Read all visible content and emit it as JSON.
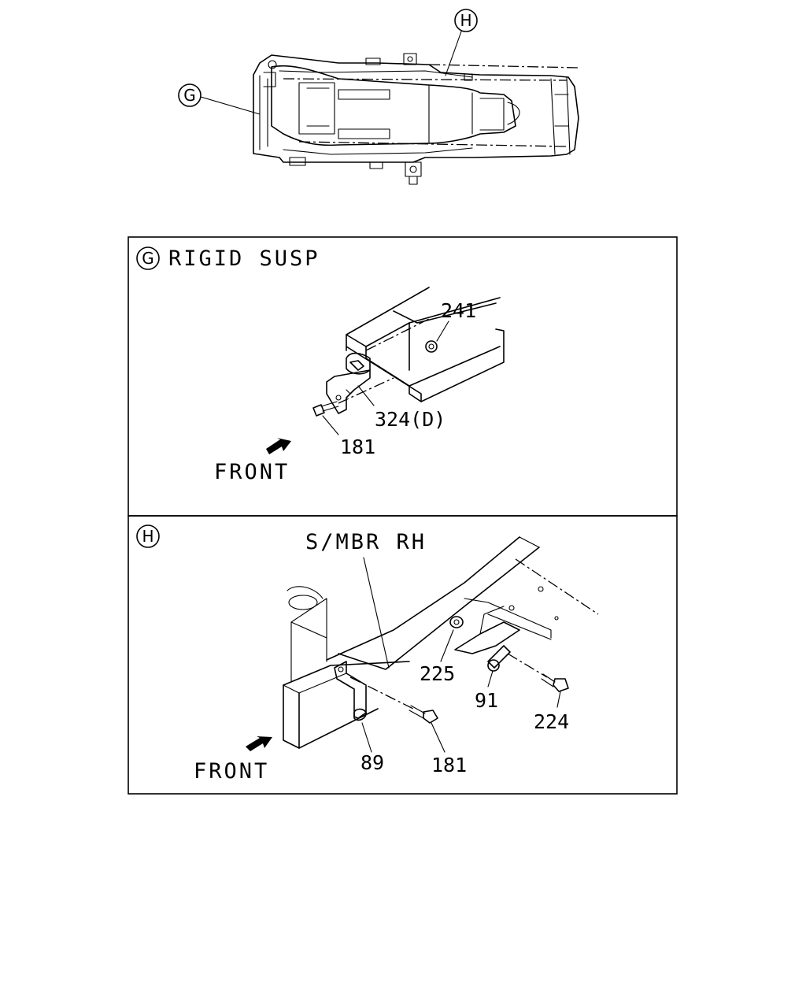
{
  "overview": {
    "callout_g": "G",
    "callout_h": "H"
  },
  "panel_g": {
    "badge": "G",
    "title": "RIGID SUSP",
    "parts": {
      "nut": "241",
      "clip": "324(D)",
      "bolt": "181"
    },
    "front_label": "FRONT"
  },
  "panel_h": {
    "badge": "H",
    "title": "S/MBR RH",
    "parts": {
      "nut": "225",
      "pin": "91",
      "bolt_upper": "224",
      "bracket": "89",
      "bolt_lower": "181"
    },
    "front_label": "FRONT"
  }
}
